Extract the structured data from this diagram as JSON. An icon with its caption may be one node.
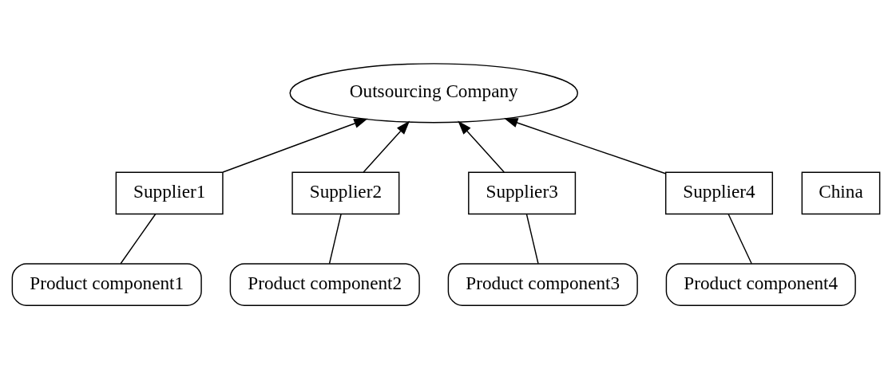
{
  "diagram": {
    "nodes": [
      {
        "text": [
          "Outsourcing Company"
        ]
      },
      {
        "text": [
          "Supplier1"
        ]
      },
      {
        "text": [
          "Supplier2"
        ]
      },
      {
        "text": [
          "Supplier3"
        ]
      },
      {
        "text": [
          "Supplier4"
        ]
      },
      {
        "text": [
          "Product component1"
        ]
      },
      {
        "text": [
          "Product component2"
        ]
      },
      {
        "text": [
          "Product component3"
        ]
      },
      {
        "text": [
          "Product component4"
        ]
      },
      {
        "text": [
          "China"
        ]
      }
    ],
    "edges": [
      {
        "from": 1,
        "to": 0,
        "arrow": "to"
      },
      {
        "from": 2,
        "to": 0,
        "arrow": "to"
      },
      {
        "from": 3,
        "to": 0,
        "arrow": "to"
      },
      {
        "from": 4,
        "to": 0,
        "arrow": "to"
      },
      {
        "from": 5,
        "to": 1,
        "arrow": "none"
      },
      {
        "from": 6,
        "to": 2,
        "arrow": "none"
      },
      {
        "from": 7,
        "to": 3,
        "arrow": "none"
      },
      {
        "from": 8,
        "to": 4,
        "arrow": "none"
      }
    ]
  }
}
